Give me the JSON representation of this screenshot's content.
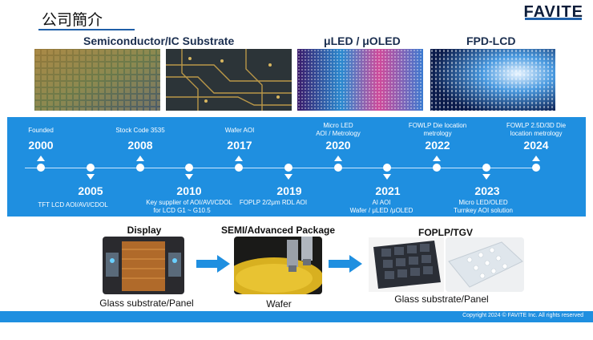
{
  "header": {
    "title": "公司簡介",
    "logo": "FAVITE"
  },
  "sections": [
    {
      "title": "Semiconductor/IC Substrate"
    },
    {
      "title": "μLED / μOLED"
    },
    {
      "title": "FPD-LCD"
    }
  ],
  "timeline": {
    "upper": [
      {
        "year": "2000",
        "desc": "Founded"
      },
      {
        "year": "2008",
        "desc": "Stock Code 3535"
      },
      {
        "year": "2017",
        "desc": "Wafer AOI"
      },
      {
        "year": "2020",
        "desc_line1": "Micro LED",
        "desc_line2": "AOI / Metrology"
      },
      {
        "year": "2022",
        "desc_line1": "FOWLP Die location",
        "desc_line2": "metrology"
      },
      {
        "year": "2024",
        "desc_line1": "FOWLP 2.5D/3D Die",
        "desc_line2": "location metrology"
      }
    ],
    "lower": [
      {
        "year": "2005",
        "desc": "TFT LCD AOI/AVI/CDOL"
      },
      {
        "year": "2010",
        "desc_line1": "Key supplier of  AOI/AVI/CDOL",
        "desc_line2": "for LCD G1 ~ G10.5"
      },
      {
        "year": "2019",
        "desc": "FOPLP 2/2μm RDL AOI"
      },
      {
        "year": "2021",
        "desc_line1": "AI AOI",
        "desc_line2": "Wafer / μLED /μOLED"
      },
      {
        "year": "2023",
        "desc_line1": "Micro LED/OLED",
        "desc_line2": "Turnkey AOI solution"
      }
    ]
  },
  "packages": [
    {
      "title": "Display",
      "caption": "Glass substrate/Panel"
    },
    {
      "title": "SEMI/Advanced Package",
      "caption": "Wafer"
    },
    {
      "title": "FOPLP/TGV",
      "caption": "Glass substrate/Panel"
    }
  ],
  "footer": {
    "copyright": "Copyright 2024 © FAVITE Inc. All rights reserved"
  },
  "colors": {
    "accent": "#1f8fe0",
    "title_blue": "#1a2e4f"
  }
}
